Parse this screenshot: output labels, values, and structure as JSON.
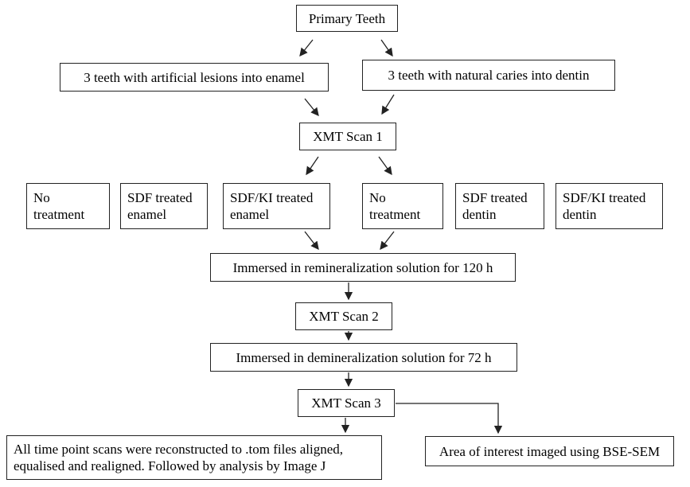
{
  "nodes": {
    "primary": "Primary Teeth",
    "artificial": "3 teeth with artificial lesions into enamel",
    "natural": "3 teeth with natural caries into dentin",
    "scan1": "XMT Scan 1",
    "no_treatment_enamel": "No\ntreatment",
    "sdf_enamel": "SDF treated\nenamel",
    "sdfki_enamel": "SDF/KI treated\nenamel",
    "no_treatment_dentin": "No\ntreatment",
    "sdf_dentin": "SDF treated\ndentin",
    "sdfki_dentin": "SDF/KI treated\n dentin",
    "remin": "Immersed in remineralization solution for 120 h",
    "scan2": "XMT Scan 2",
    "demin": "Immersed in demineralization solution for 72 h",
    "scan3": "XMT Scan 3",
    "analysis": "All time point scans were reconstructed to .tom files aligned,\nequalised and realigned. Followed by analysis by Image J",
    "sem": "Area of interest imaged using BSE-SEM"
  },
  "colors": {
    "line": "#222222",
    "background": "#ffffff"
  }
}
